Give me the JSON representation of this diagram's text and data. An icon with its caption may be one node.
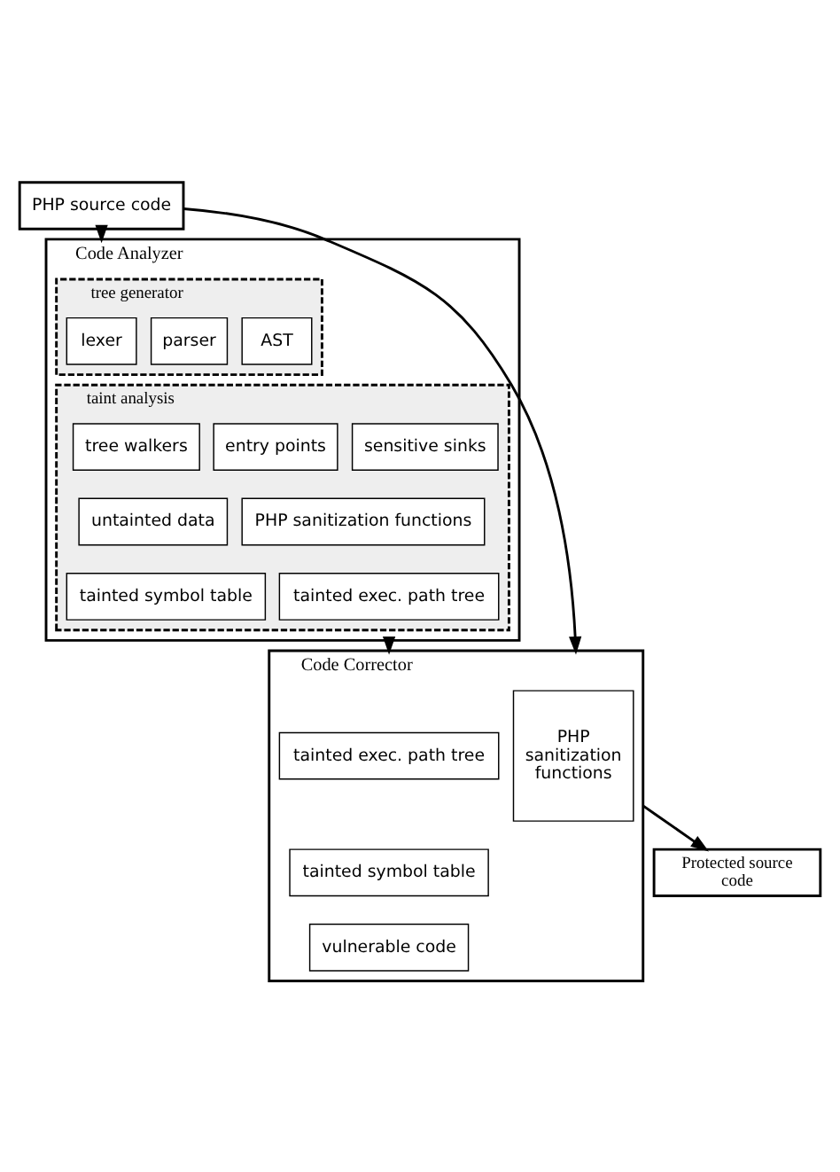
{
  "diagram": {
    "nodes": [
      {
        "text": [
          "PHP source code"
        ]
      },
      {
        "text": [
          "Code Analyzer"
        ]
      },
      {
        "text": [
          "tree generator"
        ],
        "in": 1
      },
      {
        "text": [
          "lexer"
        ],
        "in": 2
      },
      {
        "text": [
          "parser"
        ],
        "in": 2
      },
      {
        "text": [
          "AST"
        ],
        "in": 2
      },
      {
        "text": [
          "taint analysis"
        ],
        "in": 1
      },
      {
        "text": [
          "tree walkers"
        ],
        "in": 6
      },
      {
        "text": [
          "entry points"
        ],
        "in": 6
      },
      {
        "text": [
          "sensitive sinks"
        ],
        "in": 6
      },
      {
        "text": [
          "untainted data"
        ],
        "in": 6
      },
      {
        "text": [
          "PHP sanitization functions"
        ],
        "in": 6
      },
      {
        "text": [
          "tainted symbol table"
        ],
        "in": 6
      },
      {
        "text": [
          "tainted exec. path tree"
        ],
        "in": 6
      },
      {
        "text": [
          "Code Corrector"
        ]
      },
      {
        "text": [
          "tainted exec. path tree"
        ],
        "in": 14
      },
      {
        "text": [
          "tainted symbol table"
        ],
        "in": 14
      },
      {
        "text": [
          "vulnerable code"
        ],
        "in": 14
      },
      {
        "text": [
          "PHP sanitization functions"
        ],
        "in": 14
      },
      {
        "text": [
          "Protected source code"
        ]
      }
    ],
    "edges": [
      {
        "from": 0,
        "to": 1,
        "arrow": "to"
      },
      {
        "from": 1,
        "to": 14,
        "arrow": "to"
      },
      {
        "from": 0,
        "to": 14,
        "arrow": "to"
      },
      {
        "from": 14,
        "to": 19,
        "arrow": "to"
      }
    ]
  }
}
